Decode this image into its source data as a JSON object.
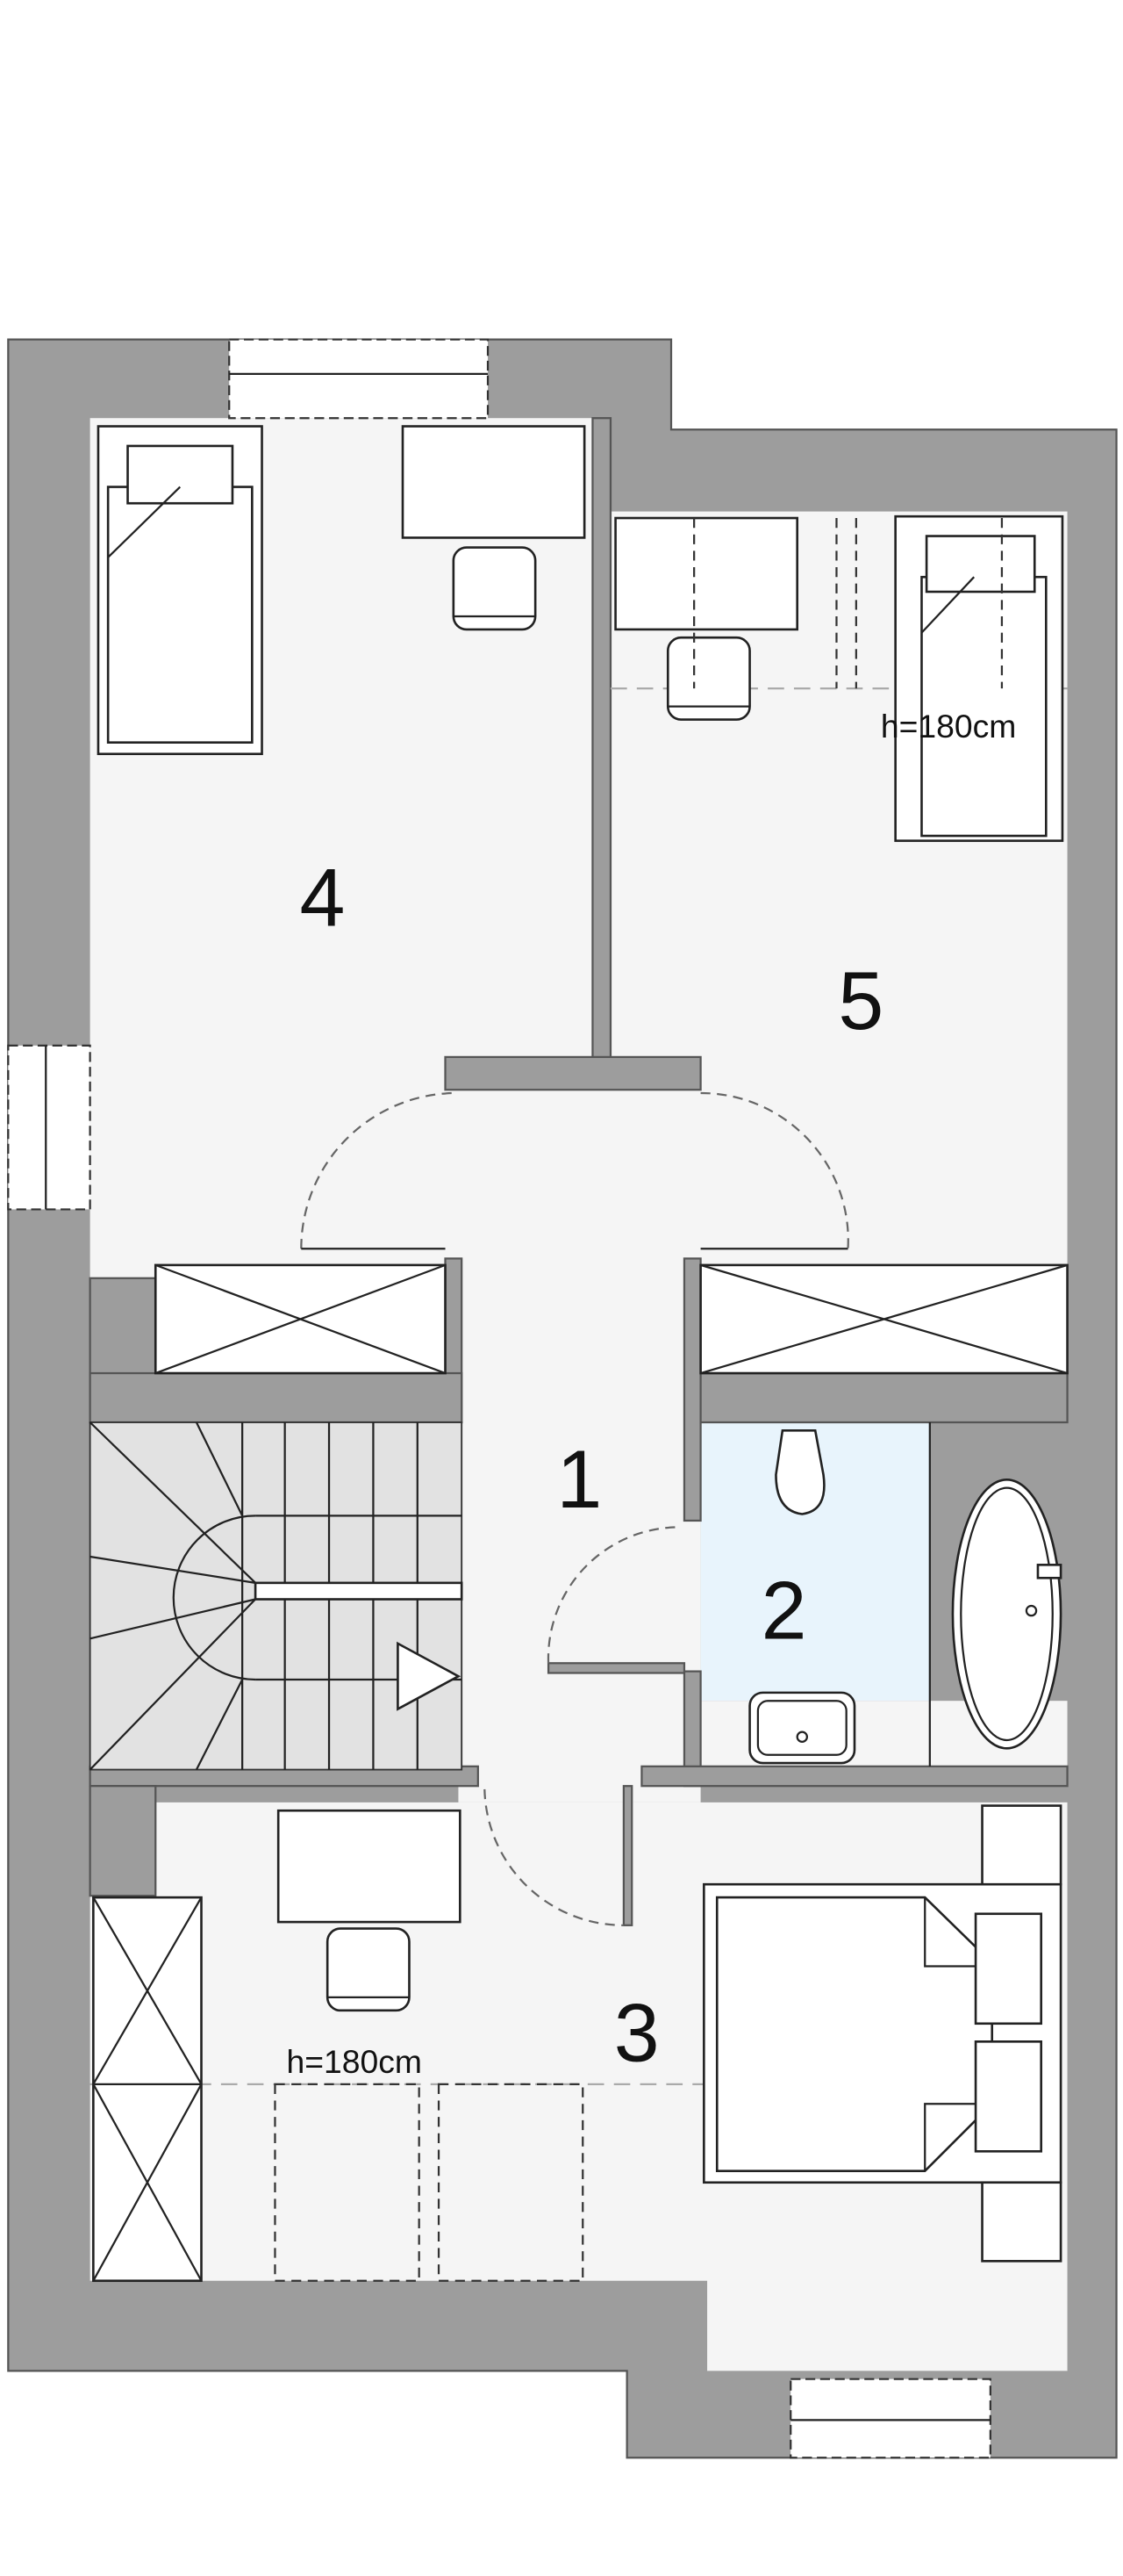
{
  "rooms": [
    {
      "number": "1"
    },
    {
      "number": "2"
    },
    {
      "number": "3"
    },
    {
      "number": "4"
    },
    {
      "number": "5"
    }
  ],
  "notes": {
    "room5_height": "h=180cm",
    "room3_height": "h=180cm"
  },
  "colors": {
    "wall": "#9d9d9d",
    "floor": "#f5f5f5",
    "bathroom": "#e8f4fc"
  }
}
